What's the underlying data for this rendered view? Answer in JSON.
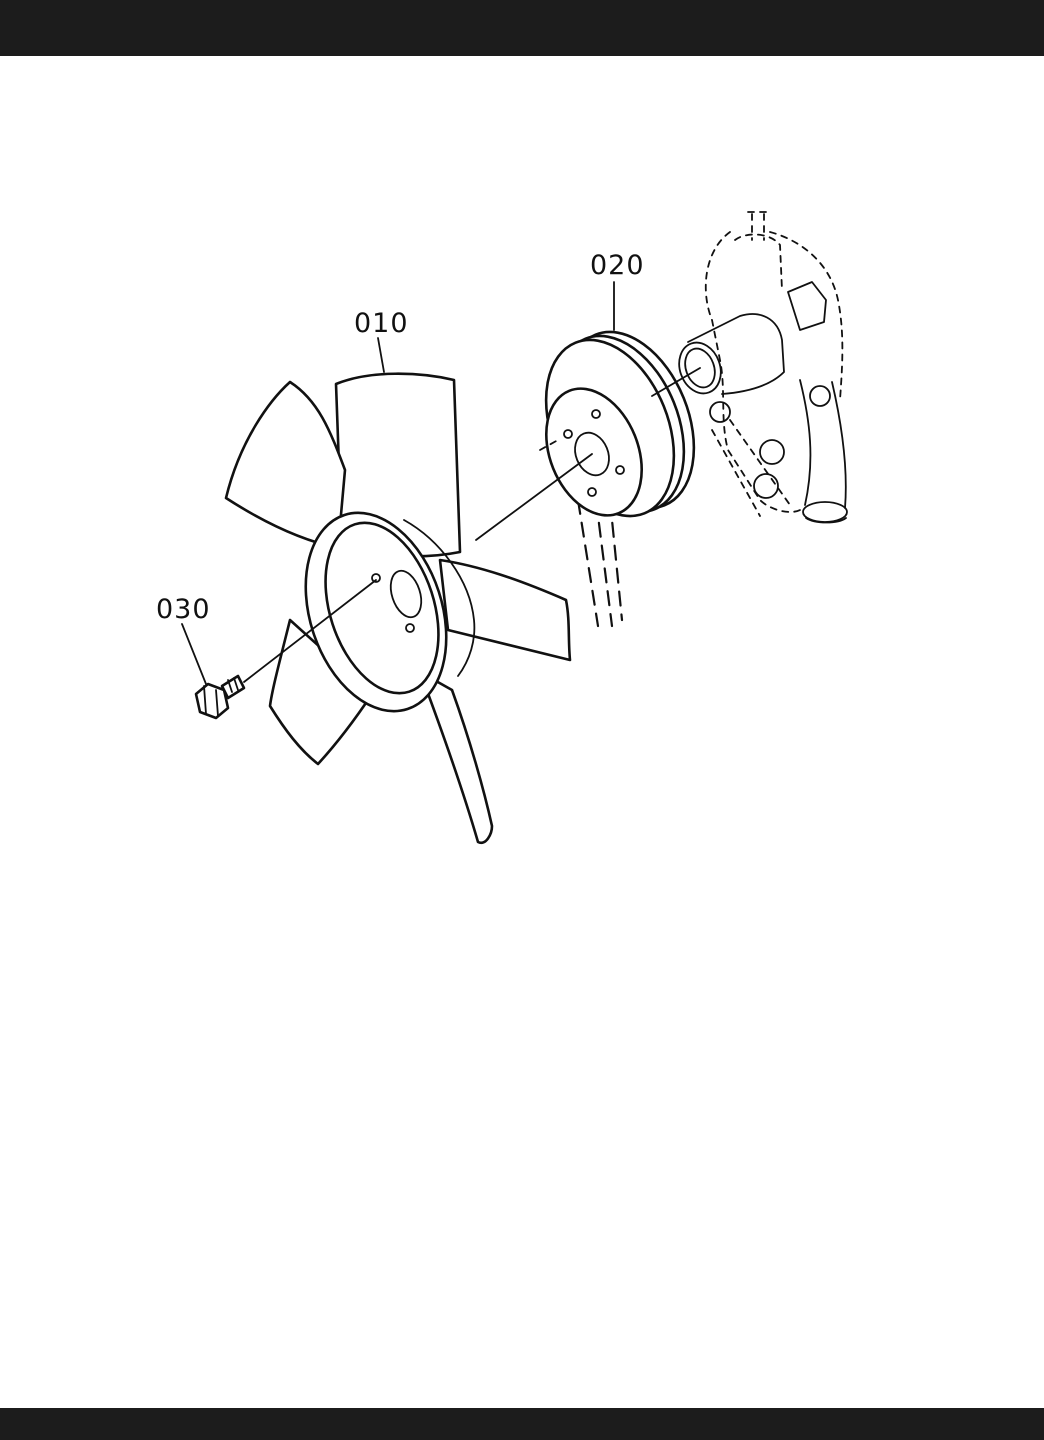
{
  "page": {
    "bar_color": "#1c1c1c",
    "background": "#ffffff"
  },
  "diagram": {
    "labels": {
      "fan": "010",
      "pulley": "020",
      "bolt": "030"
    }
  }
}
